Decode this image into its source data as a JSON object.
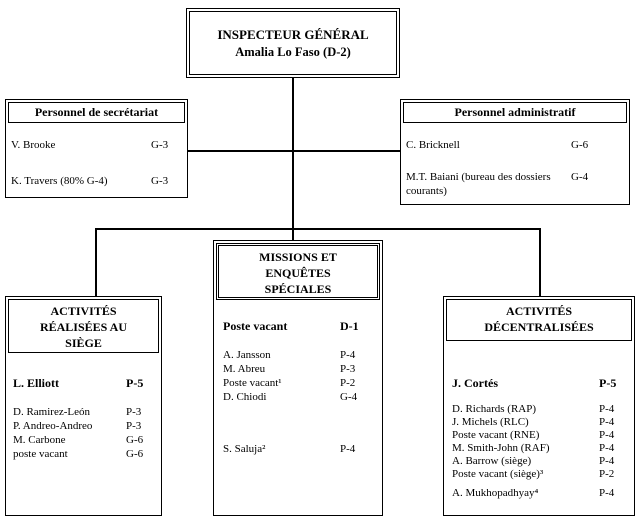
{
  "page": {
    "background": "#ffffff",
    "line_color": "#000000"
  },
  "inspecteur": {
    "title": "INSPECTEUR GÉNÉRAL",
    "name": "Amalia Lo Faso (D-2)"
  },
  "secretariat": {
    "title": "Personnel de secrétariat",
    "rows": [
      {
        "name": "V. Brooke",
        "grade": "G-3"
      },
      {
        "name": "K. Travers (80% G-4)",
        "grade": "G-3"
      }
    ]
  },
  "administratif": {
    "title": "Personnel administratif",
    "rows": [
      {
        "name": "C. Bricknell",
        "grade": "G-6"
      },
      {
        "name": "M.T. Baiani (bureau des dossiers courants)",
        "grade": "G-4"
      }
    ]
  },
  "missions": {
    "title_lines": [
      "MISSIONS ET",
      "ENQUÊTES",
      "SPÉCIALES"
    ],
    "head": {
      "name": "Poste vacant",
      "grade": "D-1"
    },
    "rows": [
      {
        "name": "A. Jansson",
        "grade": "P-4"
      },
      {
        "name": "M. Abreu",
        "grade": "P-3"
      },
      {
        "name": "Poste vacant¹",
        "grade": "P-2"
      },
      {
        "name": "D. Chiodi",
        "grade": "G-4"
      }
    ],
    "extra": {
      "name": "S. Saluja²",
      "grade": "P-4"
    }
  },
  "activites_siege": {
    "title_lines": [
      "ACTIVITÉS",
      "RÉALISÉES AU",
      "SIÈGE"
    ],
    "head": {
      "name": "L. Elliott",
      "grade": "P-5"
    },
    "rows": [
      {
        "name": "D. Ramirez-León",
        "grade": "P-3"
      },
      {
        "name": "P. Andreo-Andreo",
        "grade": "P-3"
      },
      {
        "name": "M. Carbone",
        "grade": "G-6"
      },
      {
        "name": "poste vacant",
        "grade": "G-6"
      }
    ]
  },
  "activites_dec": {
    "title_lines": [
      "ACTIVITÉS",
      "DÉCENTRALISÉES"
    ],
    "head": {
      "name": "J. Cortés",
      "grade": "P-5"
    },
    "rows": [
      {
        "name": "D. Richards (RAP)",
        "grade": "P-4"
      },
      {
        "name": "J. Michels (RLC)",
        "grade": "P-4"
      },
      {
        "name": "Poste vacant (RNE)",
        "grade": "P-4"
      },
      {
        "name": "M. Smith-John (RAF)",
        "grade": "P-4"
      },
      {
        "name": "A. Barrow (siège)",
        "grade": "P-4"
      },
      {
        "name": "Poste vacant  (siège)³",
        "grade": "P-2"
      }
    ],
    "extra": {
      "name": "A. Mukhopadhyay⁴",
      "grade": "P-4"
    }
  }
}
